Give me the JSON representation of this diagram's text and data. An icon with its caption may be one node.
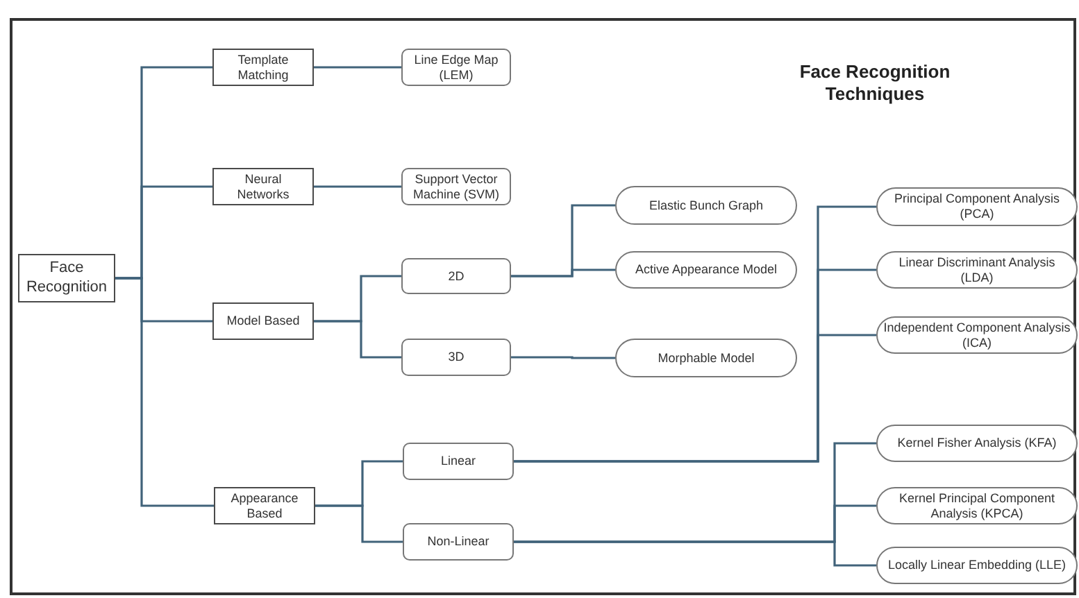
{
  "diagram": {
    "title": "Face Recognition Techniques",
    "nodes": [
      {
        "text": [
          "Face Recognition"
        ]
      },
      {
        "text": [
          "Template Matching"
        ]
      },
      {
        "text": [
          "Line Edge Map (LEM)"
        ]
      },
      {
        "text": [
          "Neural Networks"
        ]
      },
      {
        "text": [
          "Support Vector Machine (SVM)"
        ]
      },
      {
        "text": [
          "Model Based"
        ]
      },
      {
        "text": [
          "2D"
        ]
      },
      {
        "text": [
          "3D"
        ]
      },
      {
        "text": [
          "Elastic Bunch Graph"
        ]
      },
      {
        "text": [
          "Active Appearance Model"
        ]
      },
      {
        "text": [
          "Morphable Model"
        ]
      },
      {
        "text": [
          "Appearance Based"
        ]
      },
      {
        "text": [
          "Linear"
        ]
      },
      {
        "text": [
          "Non-Linear"
        ]
      },
      {
        "text": [
          "Principal Component Analysis (PCA)"
        ]
      },
      {
        "text": [
          "Linear Discriminant Analysis (LDA)"
        ]
      },
      {
        "text": [
          "Independent Component Analysis (ICA)"
        ]
      },
      {
        "text": [
          "Kernel Fisher Analysis (KFA)"
        ]
      },
      {
        "text": [
          "Kernel Principal Component Analysis (KPCA)"
        ]
      },
      {
        "text": [
          "Locally Linear Embedding (LLE)"
        ]
      }
    ],
    "edges": [
      {
        "from": 0,
        "to": 1,
        "arrow": "none"
      },
      {
        "from": 0,
        "to": 3,
        "arrow": "none"
      },
      {
        "from": 0,
        "to": 5,
        "arrow": "none"
      },
      {
        "from": 0,
        "to": 11,
        "arrow": "none"
      },
      {
        "from": 1,
        "to": 2,
        "arrow": "none"
      },
      {
        "from": 3,
        "to": 4,
        "arrow": "none"
      },
      {
        "from": 5,
        "to": 6,
        "arrow": "none"
      },
      {
        "from": 5,
        "to": 7,
        "arrow": "none"
      },
      {
        "from": 6,
        "to": 8,
        "arrow": "none"
      },
      {
        "from": 6,
        "to": 9,
        "arrow": "none"
      },
      {
        "from": 7,
        "to": 10,
        "arrow": "none"
      },
      {
        "from": 11,
        "to": 12,
        "arrow": "none"
      },
      {
        "from": 11,
        "to": 13,
        "arrow": "none"
      },
      {
        "from": 12,
        "to": 14,
        "arrow": "none"
      },
      {
        "from": 12,
        "to": 15,
        "arrow": "none"
      },
      {
        "from": 12,
        "to": 16,
        "arrow": "none"
      },
      {
        "from": 13,
        "to": 17,
        "arrow": "none"
      },
      {
        "from": 13,
        "to": 18,
        "arrow": "none"
      },
      {
        "from": 13,
        "to": 19,
        "arrow": "none"
      }
    ]
  }
}
